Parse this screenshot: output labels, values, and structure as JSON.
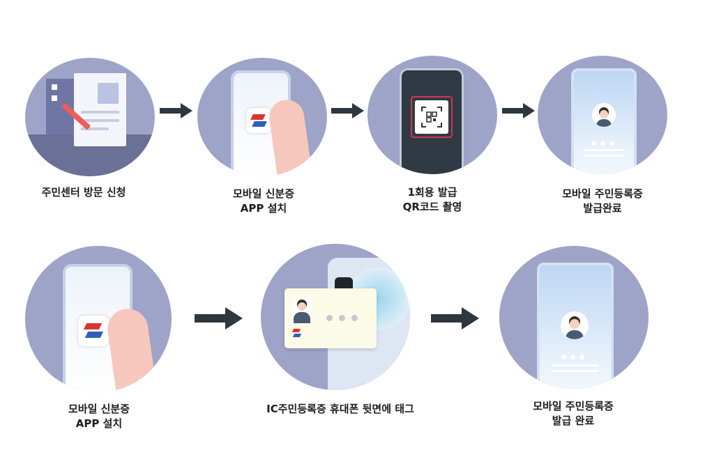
{
  "steps_row1": [
    {
      "line1": "주민센터 방문 신청",
      "line2": ""
    },
    {
      "line1": "모바일 신분증",
      "line2": "APP 설치"
    },
    {
      "line1": "1회용 발급",
      "line2": "QR코드 촬영"
    },
    {
      "line1": "모바일 주민등록증",
      "line2": "발급완료"
    }
  ],
  "steps_row2": [
    {
      "line1": "모바일 신분증",
      "line2": "APP 설치"
    },
    {
      "line1": "IC주민등록증 휴대폰 뒷면에 태그",
      "line2": ""
    },
    {
      "line1": "모바일 주민등록증",
      "line2": "발급 완료"
    }
  ],
  "colors": {
    "circle": "#9ea3c8",
    "arrow": "#2e3640",
    "text": "#1c1c1c"
  }
}
